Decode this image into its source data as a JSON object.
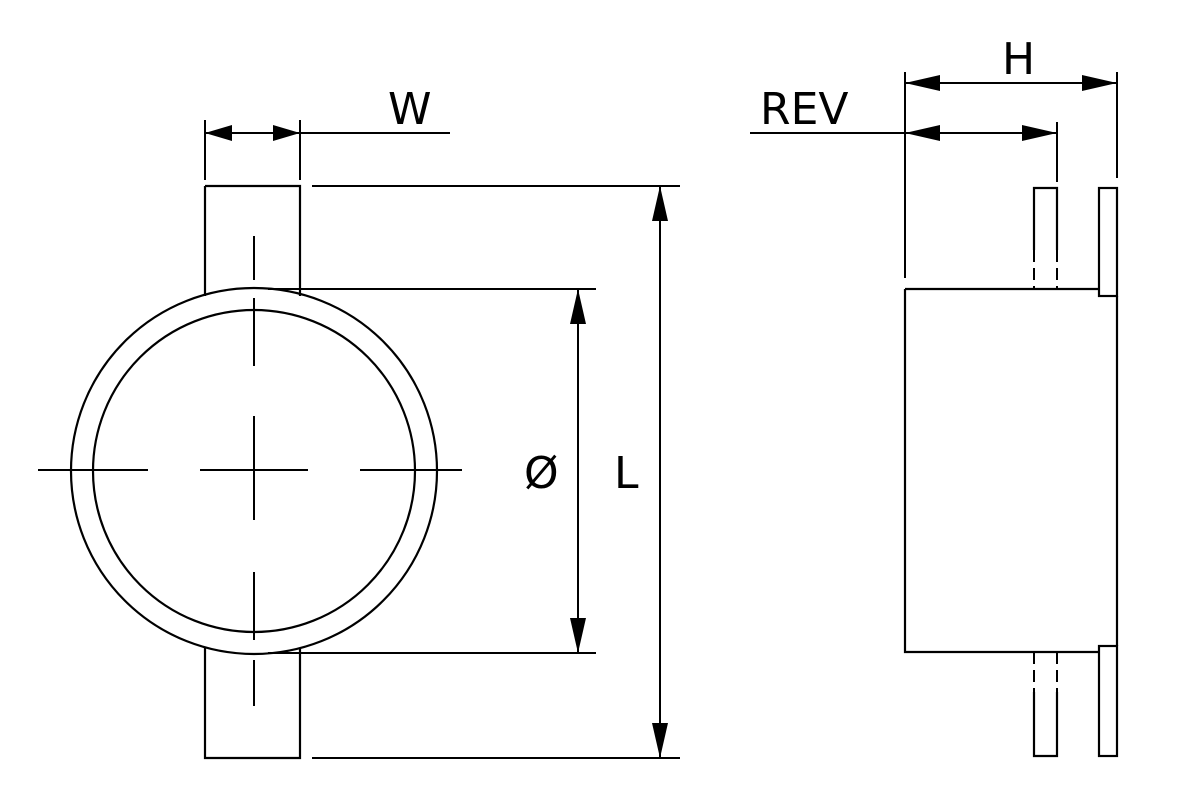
{
  "labels": {
    "width": "W",
    "diameter": "Ø",
    "length": "L",
    "height": "H",
    "rev": "REV"
  }
}
